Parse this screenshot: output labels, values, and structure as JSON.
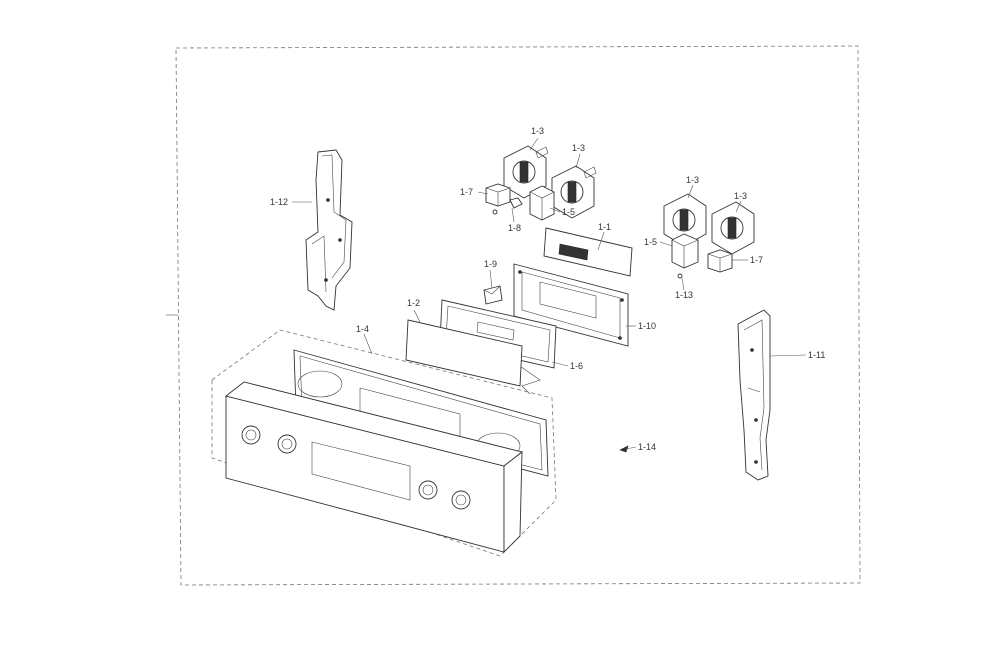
{
  "diagram": {
    "callouts": [
      {
        "id": "c1-3a",
        "text": "1-3"
      },
      {
        "id": "c1-3b",
        "text": "1-3"
      },
      {
        "id": "c1-3c",
        "text": "1-3"
      },
      {
        "id": "c1-3d",
        "text": "1-3"
      },
      {
        "id": "c1-7a",
        "text": "1-7"
      },
      {
        "id": "c1-7b",
        "text": "1-7"
      },
      {
        "id": "c1-5a",
        "text": "1-5"
      },
      {
        "id": "c1-5b",
        "text": "1-5"
      },
      {
        "id": "c1-8",
        "text": "1-8"
      },
      {
        "id": "c1-1",
        "text": "1-1"
      },
      {
        "id": "c1-13",
        "text": "1-13"
      },
      {
        "id": "c1-12",
        "text": "1-12"
      },
      {
        "id": "c1-9",
        "text": "1-9"
      },
      {
        "id": "c1-10",
        "text": "1-10"
      },
      {
        "id": "c1-2",
        "text": "1-2"
      },
      {
        "id": "c1-4",
        "text": "1-4"
      },
      {
        "id": "c1-6",
        "text": "1-6"
      },
      {
        "id": "c1-11",
        "text": "1-11"
      },
      {
        "id": "c1-14",
        "text": "1-14"
      }
    ]
  }
}
